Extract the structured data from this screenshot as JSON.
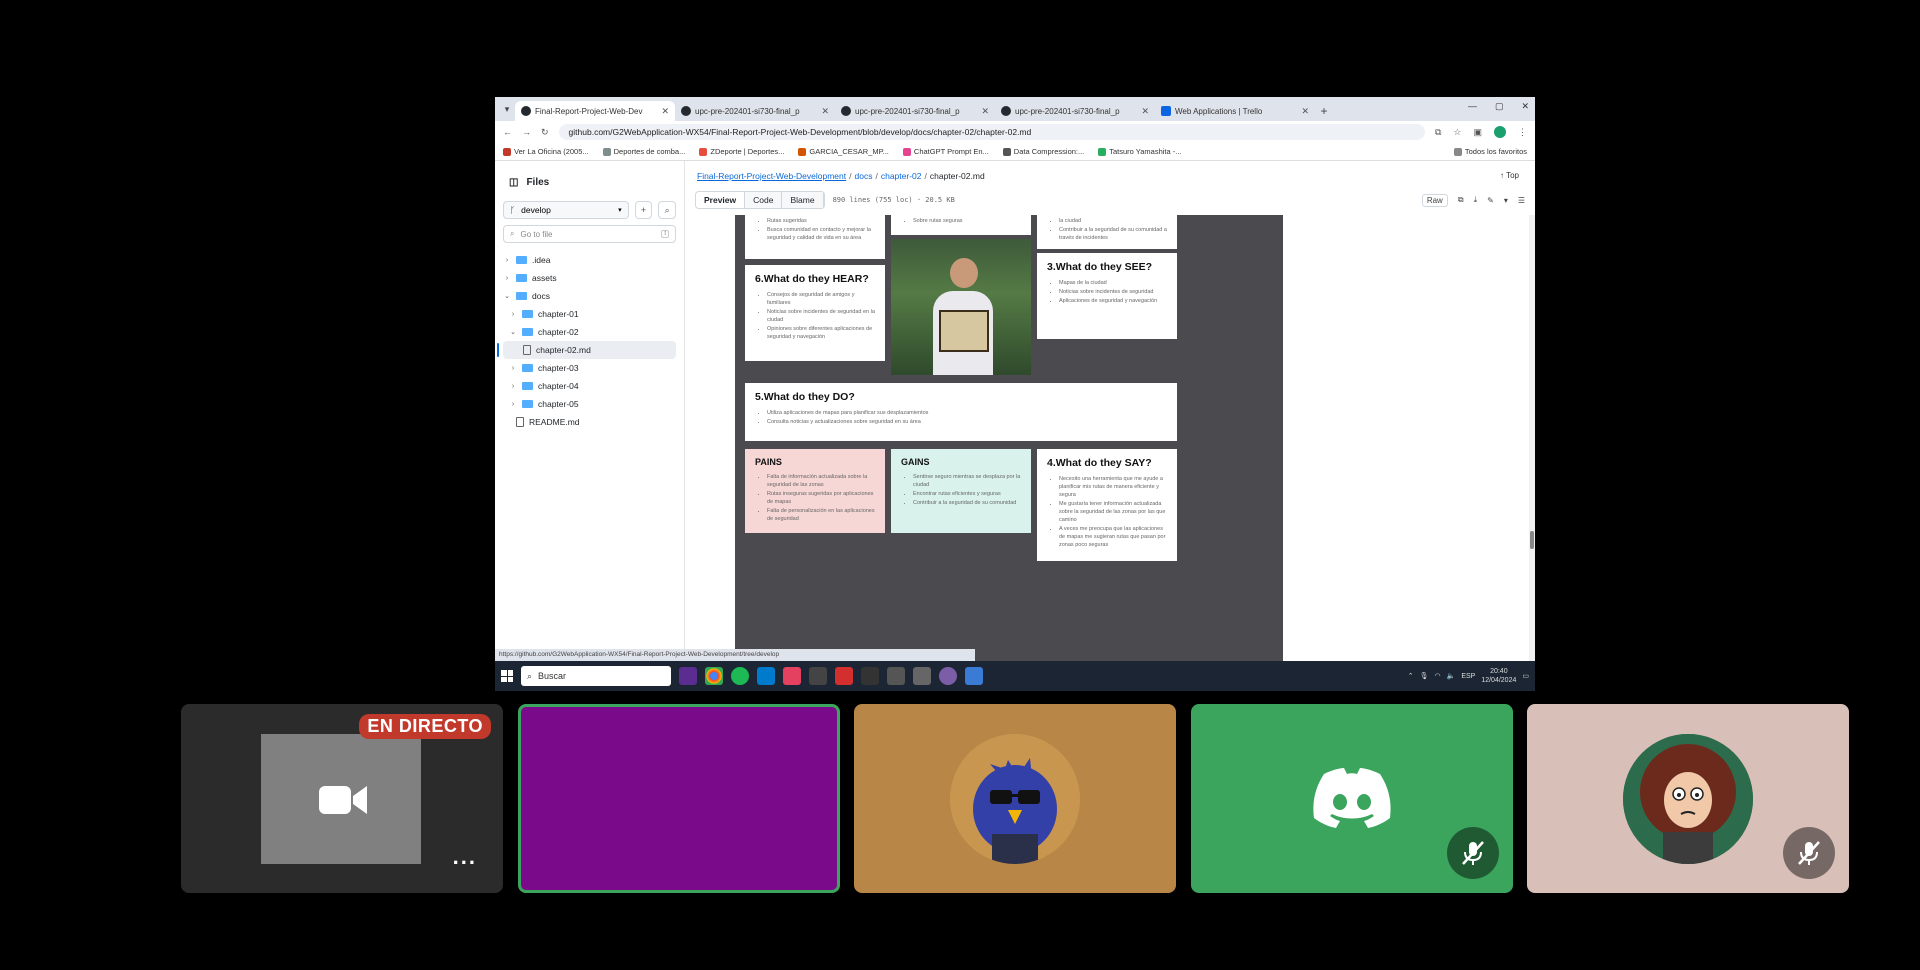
{
  "browser": {
    "tabs": [
      {
        "title": "Final-Report-Project-Web-Dev",
        "active": true
      },
      {
        "title": "upc-pre-202401-si730-final_p",
        "active": false
      },
      {
        "title": "upc-pre-202401-si730-final_p",
        "active": false
      },
      {
        "title": "upc-pre-202401-si730-final_p",
        "active": false
      },
      {
        "title": "Web Applications | Trello",
        "active": false
      }
    ],
    "url": "github.com/G2WebApplication-WX54/Final-Report-Project-Web-Development/blob/develop/docs/chapter-02/chapter-02.md",
    "bookmarks": [
      "Ver La Oficina (2005...",
      "Deportes de comba...",
      "ZDeporte | Deportes...",
      "GARCIA_CESAR_MP...",
      "ChatGPT Prompt En...",
      "Data Compression:...",
      "Tatsuro Yamashita -..."
    ],
    "bookmarks_right": "Todos los favoritos",
    "status_url": "https://github.com/G2WebApplication-WX54/Final-Report-Project-Web-Development/tree/develop"
  },
  "github": {
    "sidebar": {
      "title": "Files",
      "branch": "develop",
      "go_to_file": "Go to file",
      "shortcut": "t",
      "tree": [
        {
          "label": ".idea",
          "type": "folder",
          "expanded": false,
          "depth": 0
        },
        {
          "label": "assets",
          "type": "folder",
          "expanded": false,
          "depth": 0
        },
        {
          "label": "docs",
          "type": "folder",
          "expanded": true,
          "depth": 0
        },
        {
          "label": "chapter-01",
          "type": "folder",
          "expanded": false,
          "depth": 1
        },
        {
          "label": "chapter-02",
          "type": "folder",
          "expanded": true,
          "depth": 1
        },
        {
          "label": "chapter-02.md",
          "type": "file",
          "expanded": false,
          "depth": 2,
          "selected": true
        },
        {
          "label": "chapter-03",
          "type": "folder",
          "expanded": false,
          "depth": 1
        },
        {
          "label": "chapter-04",
          "type": "folder",
          "expanded": false,
          "depth": 1
        },
        {
          "label": "chapter-05",
          "type": "folder",
          "expanded": false,
          "depth": 1
        },
        {
          "label": "README.md",
          "type": "file",
          "expanded": false,
          "depth": 0
        }
      ]
    },
    "breadcrumb": {
      "repo": "Final-Report-Project-Web-Development",
      "p1": "docs",
      "p2": "chapter-02",
      "file": "chapter-02.md"
    },
    "top_link": "Top",
    "toolbar": {
      "preview": "Preview",
      "code": "Code",
      "blame": "Blame",
      "lines": "890 lines (755 loc) · 20.5 KB",
      "raw": "Raw"
    }
  },
  "empathy_map": {
    "hear": {
      "title": "6.What do they HEAR?",
      "items": [
        "Consejos de seguridad de amigos y familiares",
        "Noticias sobre incidentes de seguridad en la ciudad",
        "Opiniones sobre diferentes aplicaciones de seguridad y navegación"
      ]
    },
    "see": {
      "title": "3.What do they SEE?",
      "items": [
        "Mapas de la ciudad",
        "Noticias sobre incidentes de seguridad",
        "Aplicaciones de seguridad y navegación"
      ]
    },
    "do": {
      "title": "5.What do they DO?",
      "items": [
        "Utiliza aplicaciones de mapas para planificar sus desplazamientos",
        "Consulta noticias y actualizaciones sobre seguridad en su área"
      ]
    },
    "pains": {
      "title": "PAINS",
      "items": [
        "Falta de información actualizada sobre la seguridad de las zonas",
        "Rutas inseguras sugeridas por aplicaciones de mapas",
        "Falta de personalización en las aplicaciones de seguridad"
      ]
    },
    "gains": {
      "title": "GAINS",
      "items": [
        "Sentirse seguro mientras se desplaza por la ciudad",
        "Encontrar rutas eficientes y seguras",
        "Contribuir a la seguridad de su comunidad"
      ]
    },
    "say": {
      "title": "4.What do they SAY?",
      "items": [
        "Necesito una herramienta que me ayude a planificar mis rutas de manera eficiente y segura",
        "Me gustaría tener información actualizada sobre la seguridad de las zonas por las que camino",
        "A veces me preocupa que las aplicaciones de mapas me sugieran rutas que pasan por zonas poco seguras"
      ]
    },
    "top_left_items": [
      "Rutas sugeridas",
      "Busca comunidad en contacto y mejorar la seguridad y calidad de vida en su área"
    ],
    "top_mid_items": [
      "Sobre rutas seguras"
    ],
    "top_right_items": [
      "la ciudad",
      "Contribuir a la seguridad de su comunidad a través de incidentes"
    ]
  },
  "taskbar": {
    "search": "Buscar",
    "lang": "ESP",
    "time": "20:40",
    "date": "12/04/2024"
  },
  "call": {
    "live_badge": "EN DIRECTO",
    "more": "...",
    "colors": {
      "tile1": "#2b2b2b",
      "tile2": "#7a0a8a",
      "tile3": "#b88646",
      "tile4": "#3ba55d",
      "tile5": "#d8bfb8",
      "speaking_border": "#3ba55d"
    }
  }
}
